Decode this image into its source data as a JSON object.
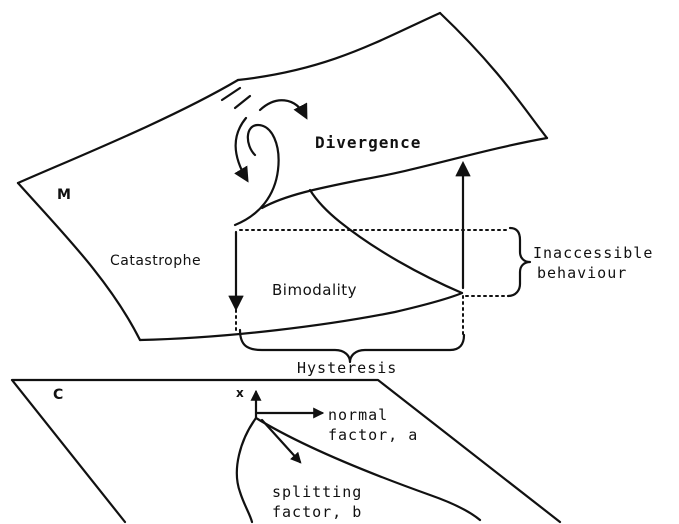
{
  "labels": {
    "surface_m": "M",
    "divergence": "Divergence",
    "catastrophe": "Catastrophe",
    "bimodality": "Bimodality",
    "inaccessible_line1": "Inaccessible",
    "inaccessible_line2": "behaviour",
    "hysteresis": "Hysteresis",
    "plane_c": "C",
    "axis_x": "x",
    "normal_line1": "normal",
    "normal_line2": "factor, a",
    "splitting_line1": "splitting",
    "splitting_line2": "factor, b"
  },
  "colors": {
    "ink": "#111111",
    "background": "#ffffff"
  }
}
